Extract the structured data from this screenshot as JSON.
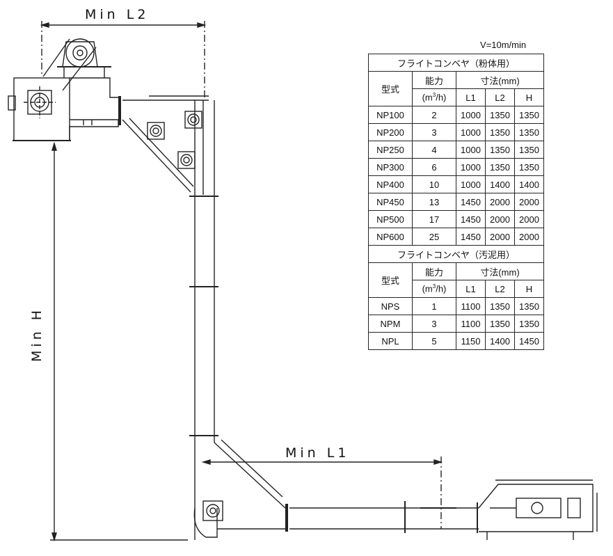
{
  "dimensions": {
    "min_l2": "Min L2",
    "min_h": "Min H",
    "min_l1": "Min L1"
  },
  "speed_note": "V=10m/min",
  "powder_table": {
    "title": "フライトコンベヤ（粉体用）",
    "headers": {
      "model": "型式",
      "capacity": "能力",
      "capacity_unit_pre": "(m",
      "capacity_unit_sup": "3",
      "capacity_unit_post": "/h)",
      "dims": "寸法(mm)",
      "l1": "L1",
      "l2": "L2",
      "h": "H"
    },
    "rows": [
      [
        "NP100",
        "2",
        "1000",
        "1350",
        "1350"
      ],
      [
        "NP200",
        "3",
        "1000",
        "1350",
        "1350"
      ],
      [
        "NP250",
        "4",
        "1000",
        "1350",
        "1350"
      ],
      [
        "NP300",
        "6",
        "1000",
        "1350",
        "1350"
      ],
      [
        "NP400",
        "10",
        "1000",
        "1400",
        "1400"
      ],
      [
        "NP450",
        "13",
        "1450",
        "2000",
        "2000"
      ],
      [
        "NP500",
        "17",
        "1450",
        "2000",
        "2000"
      ],
      [
        "NP600",
        "25",
        "1450",
        "2000",
        "2000"
      ]
    ]
  },
  "sludge_table": {
    "title": "フライトコンベヤ（汚泥用）",
    "headers": {
      "model": "型式",
      "capacity": "能力",
      "capacity_unit_pre": "(m",
      "capacity_unit_sup": "3",
      "capacity_unit_post": "/h)",
      "dims": "寸法(mm)",
      "l1": "L1",
      "l2": "L2",
      "h": "H"
    },
    "rows": [
      [
        "NPS",
        "1",
        "1100",
        "1350",
        "1350"
      ],
      [
        "NPM",
        "3",
        "1100",
        "1350",
        "1350"
      ],
      [
        "NPL",
        "5",
        "1150",
        "1400",
        "1450"
      ]
    ]
  }
}
